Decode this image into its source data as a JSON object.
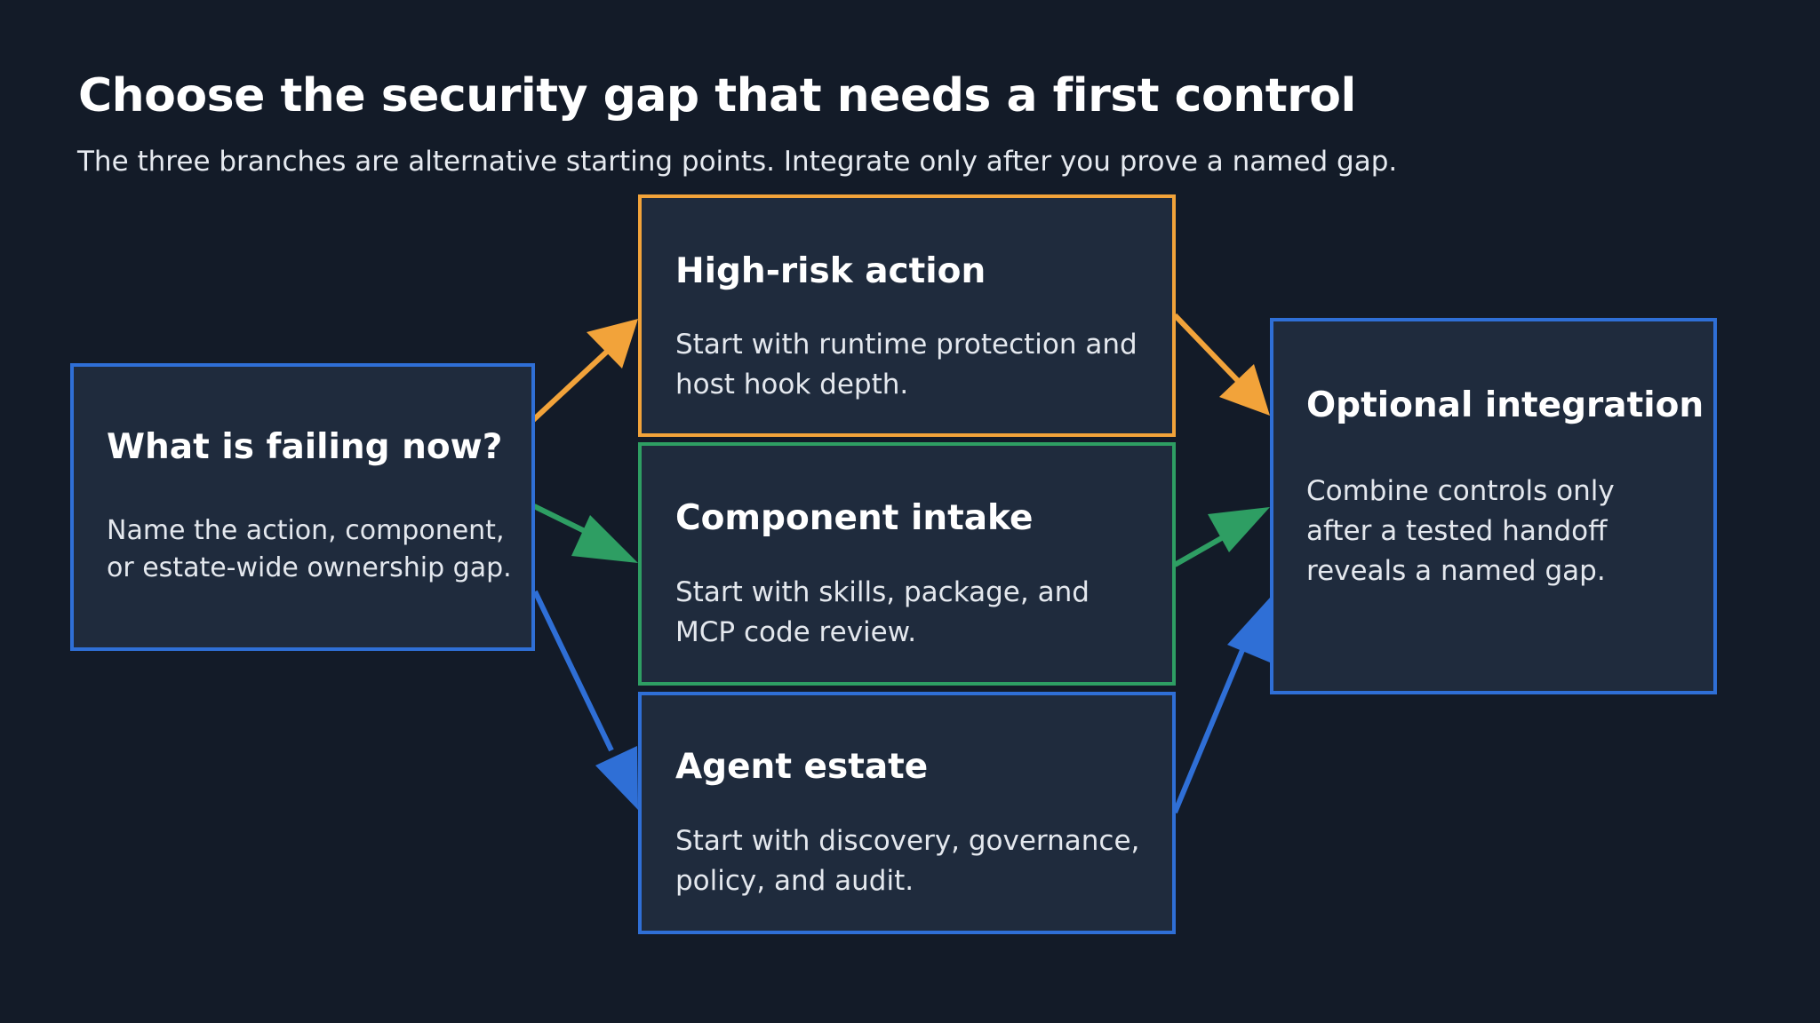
{
  "header": {
    "title": "Choose the security gap that needs a first control",
    "subtitle": "The three branches are alternative starting points. Integrate only after you prove a named gap."
  },
  "nodes": {
    "start": {
      "title": "What is failing now?",
      "body_line1": "Name the action, component,",
      "body_line2": "or estate-wide ownership gap."
    },
    "high_risk": {
      "title": "High-risk action",
      "body_line1": "Start with runtime protection and",
      "body_line2": "host hook depth."
    },
    "component": {
      "title": "Component intake",
      "body_line1": "Start with skills, package, and",
      "body_line2": "MCP code review."
    },
    "estate": {
      "title": "Agent estate",
      "body_line1": "Start with discovery, governance,",
      "body_line2": "policy, and audit."
    },
    "optional": {
      "title": "Optional integration",
      "body_line1": "Combine controls only",
      "body_line2": "after a tested handoff",
      "body_line3": "reveals a named gap."
    }
  },
  "colors": {
    "background": "#131b28",
    "box_fill": "#1f2b3d",
    "orange": "#f2a33a",
    "green": "#2e9e63",
    "blue": "#2f6fd6"
  }
}
